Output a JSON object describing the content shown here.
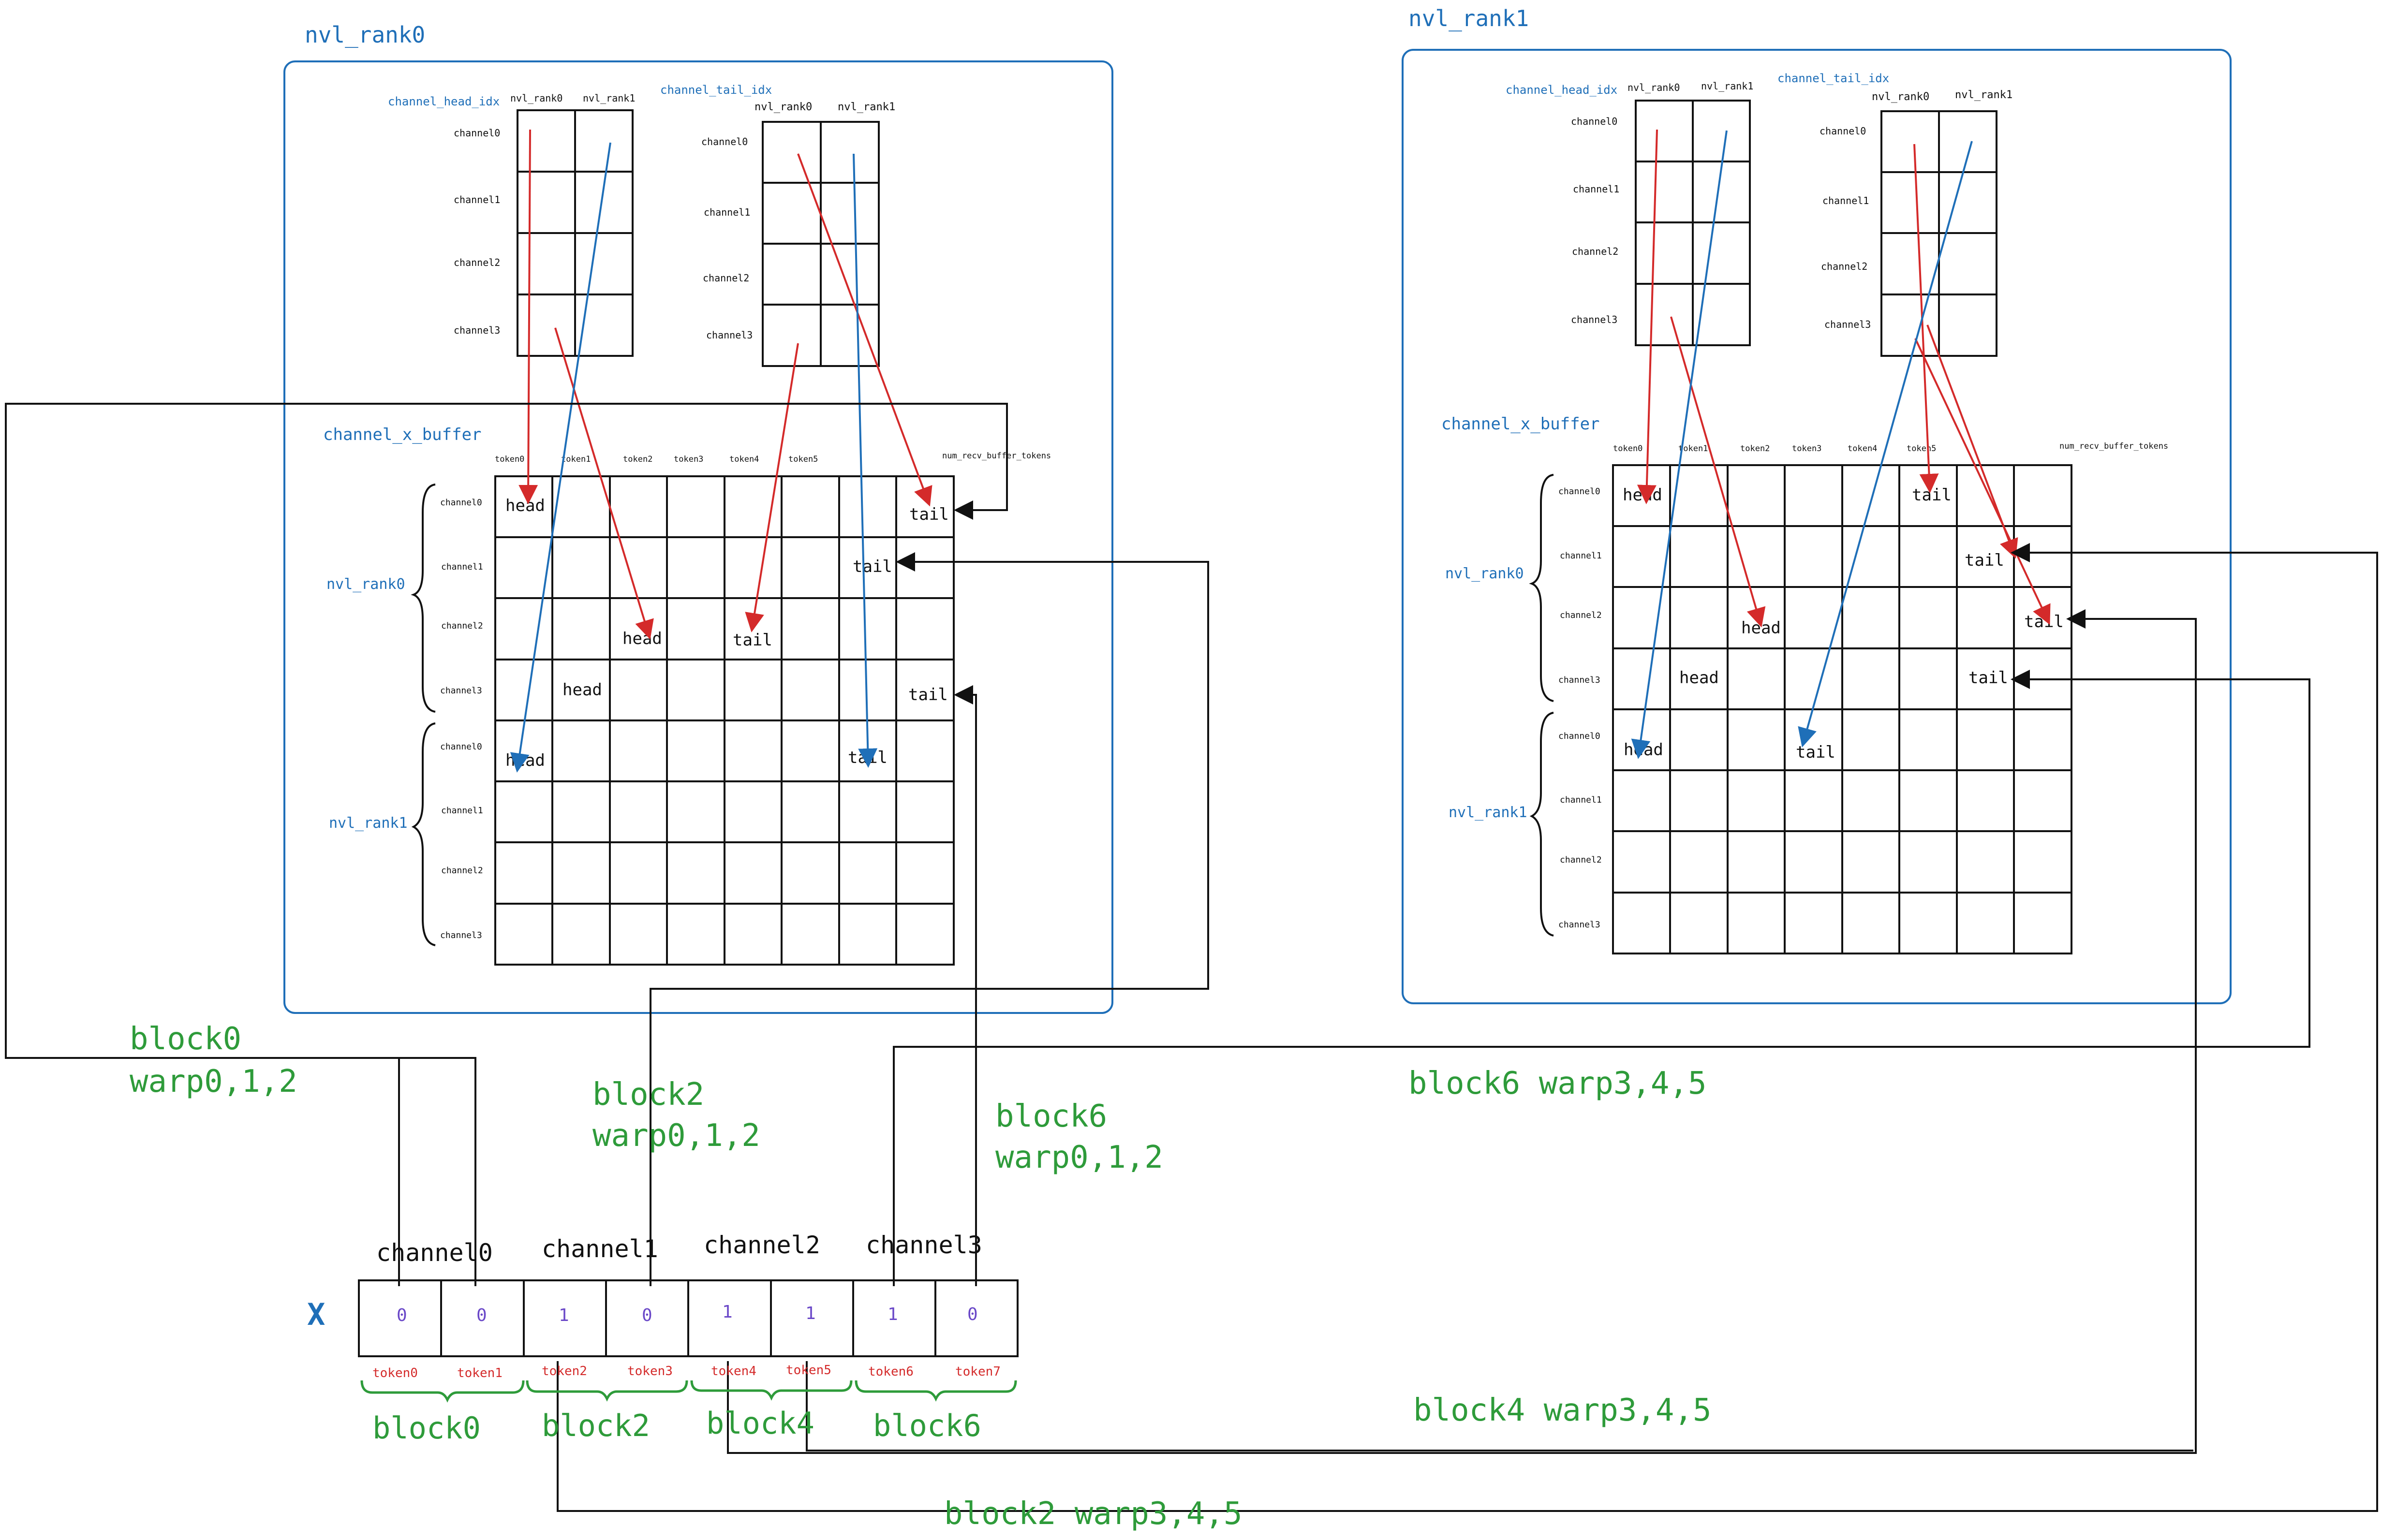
{
  "colors": {
    "blue": "#1f6fb8",
    "red": "#d42a2a",
    "green": "#2e9b3a",
    "black": "#111111",
    "purple": "#6a48c8"
  },
  "ranks": [
    {
      "title": "nvl_rank0",
      "head_idx": {
        "title": "channel_head_idx",
        "cols": [
          "nvl_rank0",
          "nvl_rank1"
        ],
        "rows": [
          "channel0",
          "channel1",
          "channel2",
          "channel3"
        ]
      },
      "tail_idx": {
        "title": "channel_tail_idx",
        "cols": [
          "nvl_rank0",
          "nvl_rank1"
        ],
        "rows": [
          "channel0",
          "channel1",
          "channel2",
          "channel3"
        ]
      },
      "buffer": {
        "title": "channel_x_buffer",
        "tokens": [
          "token0",
          "token1",
          "token2",
          "token3",
          "token4",
          "token5"
        ],
        "extra_col": "num_recv_buffer_tokens",
        "rows": [
          "channel0",
          "channel1",
          "channel2",
          "channel3",
          "channel0",
          "channel1",
          "channel2",
          "channel3"
        ],
        "groups": [
          "nvl_rank0",
          "nvl_rank1"
        ],
        "marks": [
          {
            "row": 0,
            "col": 0,
            "text": "head"
          },
          {
            "row": 0,
            "col": 7,
            "text": "tail"
          },
          {
            "row": 1,
            "col": 6,
            "text": "tail"
          },
          {
            "row": 2,
            "col": 2,
            "text": "head"
          },
          {
            "row": 2,
            "col": 4,
            "text": "tail"
          },
          {
            "row": 3,
            "col": 1,
            "text": "head"
          },
          {
            "row": 3,
            "col": 7,
            "text": "tail"
          },
          {
            "row": 4,
            "col": 0,
            "text": "head"
          },
          {
            "row": 4,
            "col": 6,
            "text": "tail"
          }
        ]
      }
    },
    {
      "title": "nvl_rank1",
      "head_idx": {
        "title": "channel_head_idx",
        "cols": [
          "nvl_rank0",
          "nvl_rank1"
        ],
        "rows": [
          "channel0",
          "channel1",
          "channel2",
          "channel3"
        ]
      },
      "tail_idx": {
        "title": "channel_tail_idx",
        "cols": [
          "nvl_rank0",
          "nvl_rank1"
        ],
        "rows": [
          "channel0",
          "channel1",
          "channel2",
          "channel3"
        ]
      },
      "buffer": {
        "title": "channel_x_buffer",
        "tokens": [
          "token0",
          "token1",
          "token2",
          "token3",
          "token4",
          "token5"
        ],
        "extra_col": "num_recv_buffer_tokens",
        "rows": [
          "channel0",
          "channel1",
          "channel2",
          "channel3",
          "channel0",
          "channel1",
          "channel2",
          "channel3"
        ],
        "groups": [
          "nvl_rank0",
          "nvl_rank1"
        ],
        "marks": [
          {
            "row": 0,
            "col": 0,
            "text": "head"
          },
          {
            "row": 0,
            "col": 5,
            "text": "tail"
          },
          {
            "row": 1,
            "col": 6,
            "text": "tail"
          },
          {
            "row": 2,
            "col": 2,
            "text": "head"
          },
          {
            "row": 2,
            "col": 7,
            "text": "tail"
          },
          {
            "row": 3,
            "col": 1,
            "text": "head"
          },
          {
            "row": 3,
            "col": 6,
            "text": "tail"
          },
          {
            "row": 4,
            "col": 0,
            "text": "head"
          },
          {
            "row": 4,
            "col": 3,
            "text": "tail"
          }
        ]
      }
    }
  ],
  "x_array": {
    "symbol": "X",
    "values": [
      "0",
      "0",
      "1",
      "0",
      "1",
      "1",
      "1",
      "0"
    ],
    "tokens": [
      "token0",
      "token1",
      "token2",
      "token3",
      "token4",
      "token5",
      "token6",
      "token7"
    ],
    "channels": [
      "channel0",
      "channel1",
      "channel2",
      "channel3"
    ],
    "blocks": [
      "block0",
      "block2",
      "block4",
      "block6"
    ]
  },
  "labels": {
    "block0_line1": "block0",
    "block0_line2": "warp0,1,2",
    "block2_line1": "block2",
    "block2_line2": "warp0,1,2",
    "block6_line1": "block6",
    "block6_line2": "warp0,1,2",
    "block6_warp345": "block6 warp3,4,5",
    "block4_warp345": "block4 warp3,4,5",
    "block2_warp345": "block2 warp3,4,5"
  }
}
